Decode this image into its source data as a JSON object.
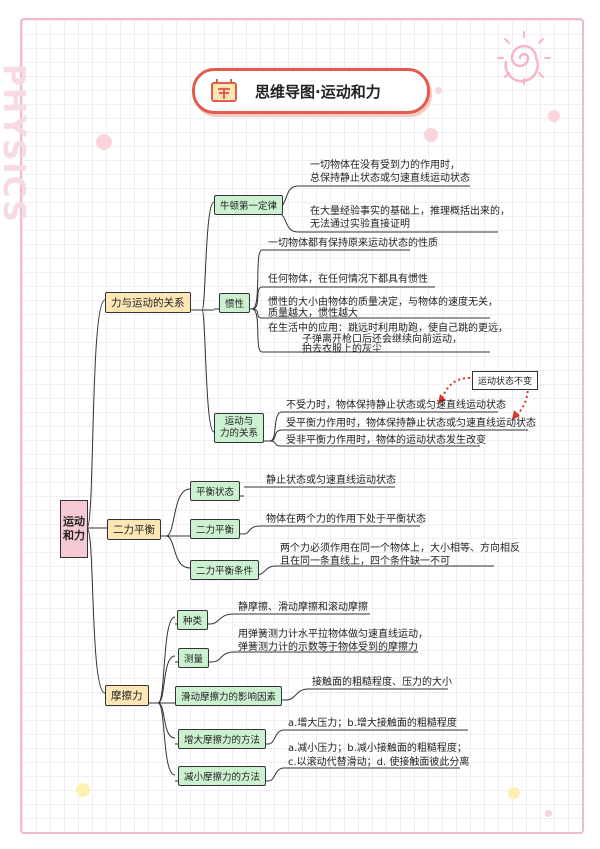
{
  "title": "思维导图·运动和力",
  "side_decoration": "PHYSICS",
  "root": "运动和力",
  "sections": {
    "force_motion": {
      "label": "力与运动的关系",
      "newton": {
        "label": "牛顿第一定律",
        "lines": [
          "一切物体在没有受到力的作用时，",
          "总保持静止状态或匀速直线运动状态",
          "在大量经验事实的基础上，推理概括出来的，",
          "无法通过实验直接证明"
        ]
      },
      "inertia": {
        "label": "惯性",
        "lines": [
          "一切物体都有保持原来运动状态的性质",
          "任何物体，在任何情况下都具有惯性",
          "惯性的大小由物体的质量决定，与物体的速度无关，",
          "质量越大，惯性越大",
          "在生活中的应用：跳远时利用助跑，使自己跳的更远，",
          "子弹离开枪口后还会继续向前运动，",
          "拍去衣服上的灰尘"
        ]
      },
      "relation": {
        "label_line1": "运动与",
        "label_line2": "力的关系",
        "lines": [
          "不受力时，物体保持静止状态或匀速直线运动状态",
          "受平衡力作用时，物体保持静止状态或匀速直线运动状态",
          "受非平衡力作用时，物体的运动状态发生改变"
        ],
        "callout": "运动状态不变"
      }
    },
    "balance": {
      "label": "二力平衡",
      "items": [
        {
          "label": "平衡状态",
          "text": "静止状态或匀速直线运动状态"
        },
        {
          "label": "二力平衡",
          "text": "物体在两个力的作用下处于平衡状态"
        },
        {
          "label": "二力平衡条件",
          "text1": "两个力必须作用在同一个物体上，大小相等、方向相反",
          "text2": "且在同一条直线上，四个条件缺一不可"
        }
      ]
    },
    "friction": {
      "label": "摩擦力",
      "items": [
        {
          "label": "种类",
          "text1": "静摩擦、滑动摩擦和滚动摩擦"
        },
        {
          "label": "测量",
          "text1": "用弹簧测力计水平拉物体做匀速直线运动，",
          "text2": "弹簧测力计的示数等于物体受到的摩擦力"
        },
        {
          "label": "滑动摩擦力的影响因素",
          "text1": "接触面的粗糙程度、压力的大小"
        },
        {
          "label": "增大摩擦力的方法",
          "text1": "a.增大压力；b.增大接触面的粗糙程度"
        },
        {
          "label": "减小摩擦力的方法",
          "text1": "a.减小压力；b.减小接触面的粗糙程度；",
          "text2": "c.以滚动代替滑动；d. 使接触面彼此分离"
        }
      ]
    }
  }
}
